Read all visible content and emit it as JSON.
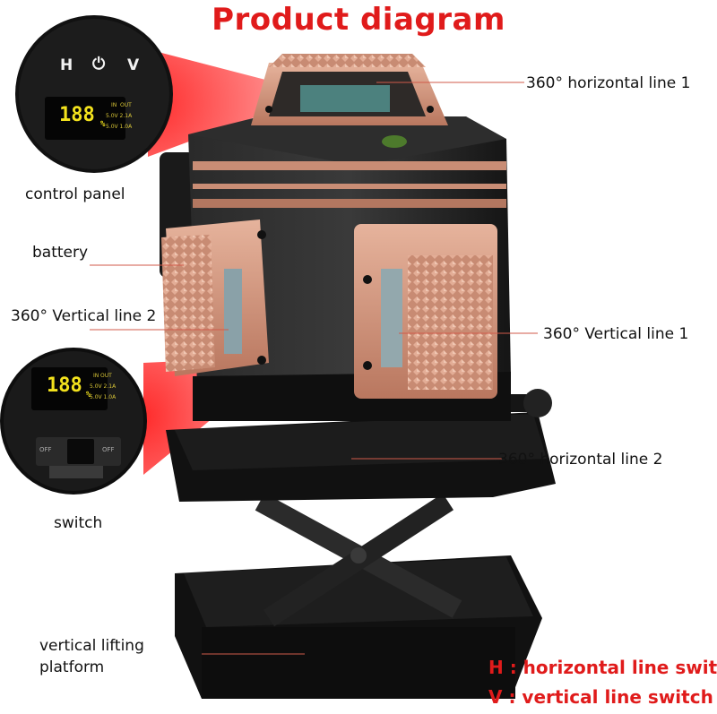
{
  "title": "Product diagram",
  "labels": {
    "horizontal_line_1": "360° horizontal line 1",
    "control_panel": "control panel",
    "battery": "battery",
    "vertical_line_2": "360° Vertical line 2",
    "vertical_line_1": "360° Vertical line 1",
    "horizontal_line_2": "360° horizontal line 2",
    "switch": "switch",
    "lifting_platform_line1": "vertical lifting",
    "lifting_platform_line2": "platform"
  },
  "legend": {
    "h_switch": "H : horizontal line switch",
    "v_switch": "V : vertical line switch"
  },
  "control_panel": {
    "button_h": "H",
    "button_v": "V",
    "display": "188",
    "display_unit": "%",
    "in_label": "IN",
    "out_label": "OUT",
    "in_spec": "5.0V 2.1A",
    "out_spec": "5.0V 1.0A"
  },
  "switch_panel": {
    "display": "188",
    "display_unit": "%",
    "in_label": "IN",
    "out_label": "OUT",
    "in_spec": "5.0V 2.1A",
    "out_spec": "5.0V 1.0A",
    "off_left": "OFF",
    "off_right": "OFF"
  },
  "colors": {
    "title": "#e01b1b",
    "rose_gold": "#c98d75",
    "body_dark": "#1d1d1d",
    "pointer_red": "#e81c1c",
    "display_yellow": "#f3e21d"
  }
}
